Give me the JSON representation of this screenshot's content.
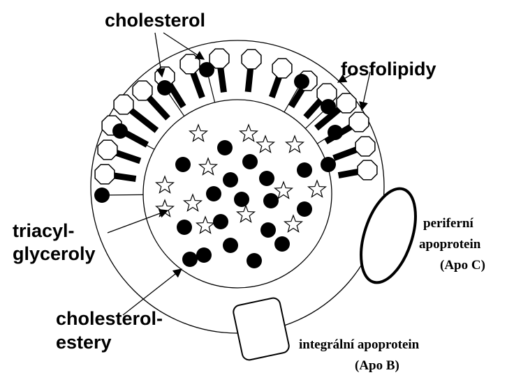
{
  "labels": {
    "cholesterol": "cholesterol",
    "fosfolipidy": "fosfolipidy",
    "triacyl_line1": "triacyl-",
    "triacyl_line2": "glyceroly",
    "chol_ester_line1": "cholesterol-",
    "chol_ester_line2": "estery",
    "periferni_line1": "periferní",
    "periferni_line2": "apoprotein",
    "periferni_line3": "(Apo C)",
    "integralni_line1": "integrální apoprotein",
    "integralni_line2": "(Apo B)"
  },
  "colors": {
    "stroke": "#000000",
    "fill_dark": "#000000",
    "fill_light": "#ffffff"
  }
}
